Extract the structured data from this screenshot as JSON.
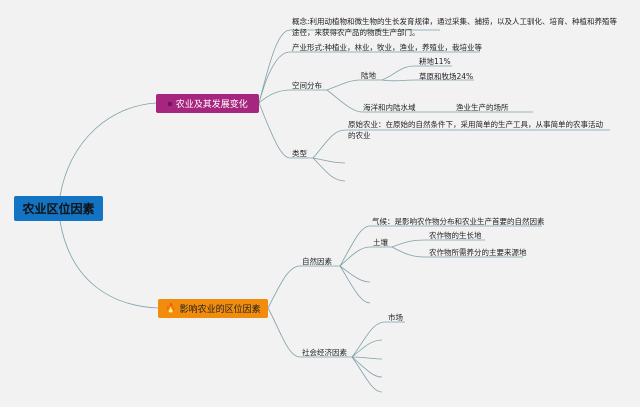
{
  "root": "农业区位因素",
  "branch1": {
    "title": "农业及其发展变化",
    "concept": "概念:利用动植物和微生物的生长发育规律，通过采集、捕捞，以及人工驯化、培育、种植和养殖等途径，来获得农产品的物质生产部门。",
    "forms": "产业形式:种植业，林业，牧业，渔业，养殖业，栽培业等",
    "spatial": {
      "label": "空间分布",
      "land": {
        "label": "陆地",
        "items": [
          "耕地11%",
          "草原和牧场24%"
        ]
      },
      "water": {
        "label": "海洋和内陆水域",
        "item": "渔业生产的场所"
      }
    },
    "types": {
      "label": "类型",
      "items": [
        "原始农业：在原始的自然条件下，采用简单的生产工具，从事简单的农事活动的农业"
      ]
    }
  },
  "branch2": {
    "title": "影响农业的区位因素",
    "icon": "fire-icon",
    "natural": {
      "label": "自然因素",
      "climate": "气候：是影响农作物分布和农业生产首要的自然因素",
      "soil": {
        "label": "土壤",
        "items": [
          "农作物的生长地",
          "农作物所需养分的主要来源地"
        ]
      }
    },
    "social": {
      "label": "社会经济因素",
      "items": [
        "市场"
      ]
    }
  }
}
